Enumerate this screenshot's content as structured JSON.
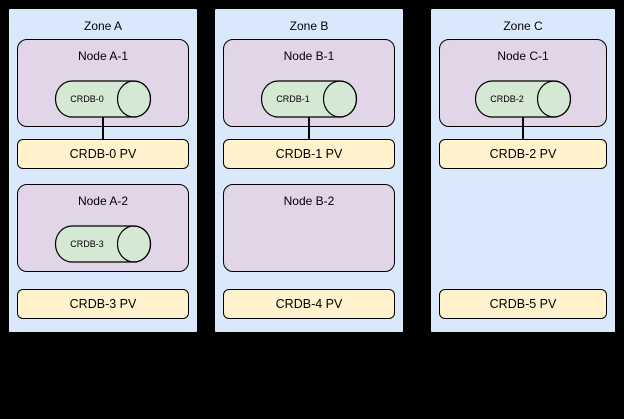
{
  "diagram": {
    "colors": {
      "background": "#000000",
      "zone_fill": "#dae8fc",
      "node_fill": "#e1d5e7",
      "cylinder_fill": "#d5e8d4",
      "pv_fill": "#fff2cc",
      "border": "#000000"
    },
    "zones": [
      {
        "title": "Zone A",
        "rows": [
          {
            "node_title": "Node A-1",
            "cylinder_label": "CRDB-0",
            "pv_label": "CRDB-0 PV"
          },
          {
            "node_title": "Node A-2",
            "cylinder_label": "CRDB-3",
            "pv_label": "CRDB-3 PV"
          }
        ]
      },
      {
        "title": "Zone B",
        "rows": [
          {
            "node_title": "Node B-1",
            "cylinder_label": "CRDB-1",
            "pv_label": "CRDB-1 PV"
          },
          {
            "node_title": "Node B-2",
            "pv_label": "CRDB-4 PV"
          }
        ]
      },
      {
        "title": "Zone C",
        "rows": [
          {
            "node_title": "Node C-1",
            "cylinder_label": "CRDB-2",
            "pv_label": "CRDB-2 PV"
          },
          {
            "pv_label": "CRDB-5 PV"
          }
        ]
      }
    ]
  }
}
